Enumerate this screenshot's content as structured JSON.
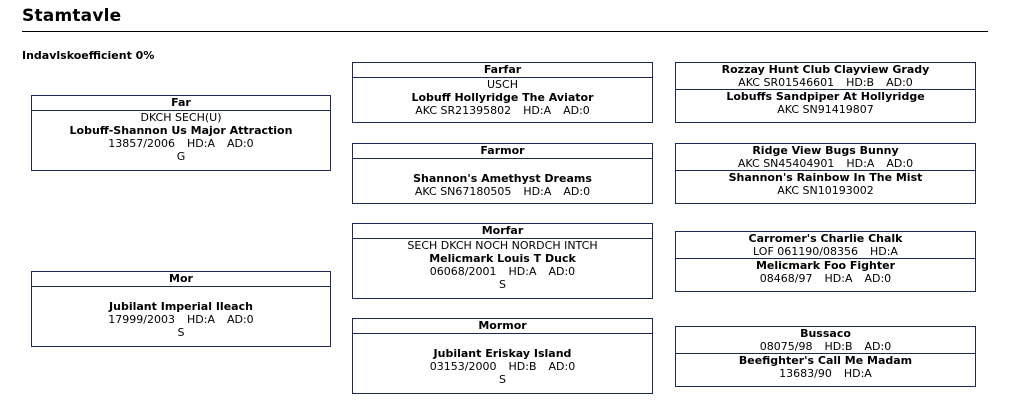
{
  "title": "Stamtavle",
  "inbreeding": "Indavlskoefficient 0%",
  "father": {
    "label": "Far",
    "titles": "DKCH SECH(U)",
    "name": "Lobuff-Shannon Us Major Attraction",
    "reg": "13857/2006",
    "hd": "HD:A",
    "ad": "AD:0",
    "extra": "G"
  },
  "mother": {
    "label": "Mor",
    "titles": "",
    "name": "Jubilant Imperial Ileach",
    "reg": "17999/2003",
    "hd": "HD:A",
    "ad": "AD:0",
    "extra": "S"
  },
  "farfar": {
    "label": "Farfar",
    "titles": "USCH",
    "name": "Lobuff Hollyridge The Aviator",
    "reg": "AKC SR21395802",
    "hd": "HD:A",
    "ad": "AD:0"
  },
  "farmor": {
    "label": "Farmor",
    "titles": "",
    "name": "Shannon's Amethyst Dreams",
    "reg": "AKC SN67180505",
    "hd": "HD:A",
    "ad": "AD:0"
  },
  "morfar": {
    "label": "Morfar",
    "titles": "SECH DKCH NOCH NORDCH INTCH",
    "name": "Melicmark Louis T Duck",
    "reg": "06068/2001",
    "hd": "HD:A",
    "ad": "AD:0",
    "extra": "S"
  },
  "mormor": {
    "label": "Mormor",
    "titles": "",
    "name": "Jubilant Eriskay Island",
    "reg": "03153/2000",
    "hd": "HD:B",
    "ad": "AD:0",
    "extra": "S"
  },
  "ggp": [
    {
      "name": "Rozzay Hunt Club Clayview Grady",
      "reg": "AKC SR01546601",
      "hd": "HD:B",
      "ad": "AD:0"
    },
    {
      "name": "Lobuffs Sandpiper At Hollyridge",
      "reg": "AKC SN91419807",
      "hd": "",
      "ad": ""
    },
    {
      "name": "Ridge View Bugs Bunny",
      "reg": "AKC SN45404901",
      "hd": "HD:A",
      "ad": "AD:0"
    },
    {
      "name": "Shannon's Rainbow In The Mist",
      "reg": "AKC SN10193002",
      "hd": "",
      "ad": ""
    },
    {
      "name": "Carromer's Charlie Chalk",
      "reg": "LOF 061190/08356",
      "hd": "HD:A",
      "ad": ""
    },
    {
      "name": "Melicmark Foo Fighter",
      "reg": "08468/97",
      "hd": "HD:A",
      "ad": "AD:0"
    },
    {
      "name": "Bussaco",
      "reg": "08075/98",
      "hd": "HD:B",
      "ad": "AD:0"
    },
    {
      "name": "Beefighter's Call Me Madam",
      "reg": "13683/90",
      "hd": "HD:A",
      "ad": ""
    }
  ]
}
